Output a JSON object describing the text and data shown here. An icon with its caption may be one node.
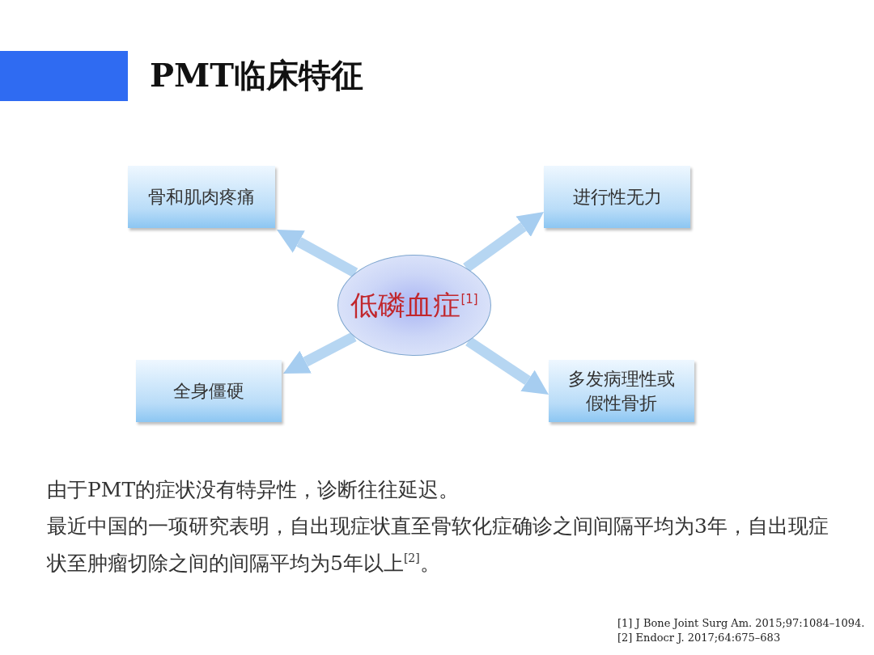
{
  "diagram": {
    "title": "PMT临床特征",
    "nodes": [
      {
        "text": [
          "骨和肌肉疼痛"
        ]
      },
      {
        "text": [
          "进行性无力"
        ]
      },
      {
        "text": [
          "低磷血症$^{[1]}$"
        ]
      },
      {
        "text": [
          "全身僵硬"
        ]
      },
      {
        "text": [
          "多发病理性或假性骨折"
        ]
      }
    ],
    "edges": [
      {
        "from": 2,
        "to": 0,
        "arrow": "to"
      },
      {
        "from": 2,
        "to": 1,
        "arrow": "to"
      },
      {
        "from": 2,
        "to": 3,
        "arrow": "to"
      },
      {
        "from": 2,
        "to": 4,
        "arrow": "to"
      }
    ],
    "labels": [
      "由于PMT的症状没有特异性，诊断往往延迟。",
      "最近中国的一项研究表明，自出现症状直至骨软化症确诊之间间隔平均为3年，自出现症状至肿瘤切除之间的间隔平均为5年以上$^{[2]}$。",
      "[1] J Bone Joint Surg Am. 2015;97:1084–1094.",
      "[2] Endocr J. 2017;64:675–683"
    ]
  }
}
